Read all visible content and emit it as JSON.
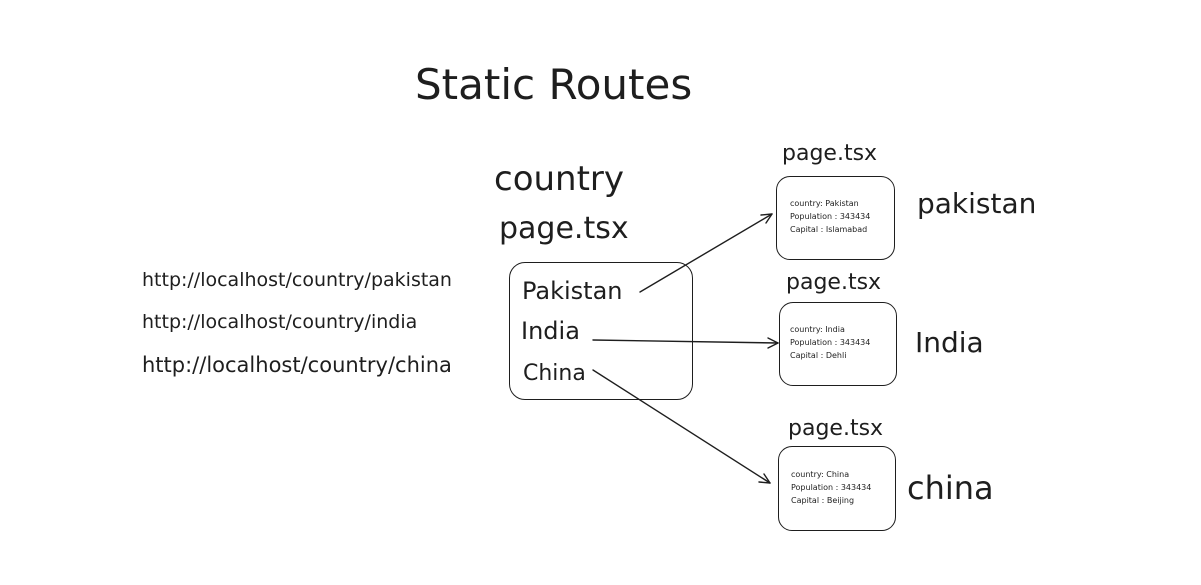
{
  "title": "Static Routes",
  "folder": {
    "name": "country",
    "page_file": "page.tsx",
    "items": [
      "Pakistan",
      "India",
      "China"
    ]
  },
  "urls": [
    "http://localhost/country/pakistan",
    "http://localhost/country/india",
    "http://localhost/country/china"
  ],
  "children": [
    {
      "page_file": "page.tsx",
      "route": "pakistan",
      "info": [
        "country: Pakistan",
        "Population : 343434",
        "Capital : Islamabad"
      ]
    },
    {
      "page_file": "page.tsx",
      "route": "India",
      "info": [
        "country: India",
        "Population : 343434",
        "Capital : Dehli"
      ]
    },
    {
      "page_file": "page.tsx",
      "route": "china",
      "info": [
        "country: China",
        "Population : 343434",
        "Capital : Beijing"
      ]
    }
  ],
  "colors": {
    "stroke": "#1e1e1e",
    "background": "#ffffff"
  }
}
